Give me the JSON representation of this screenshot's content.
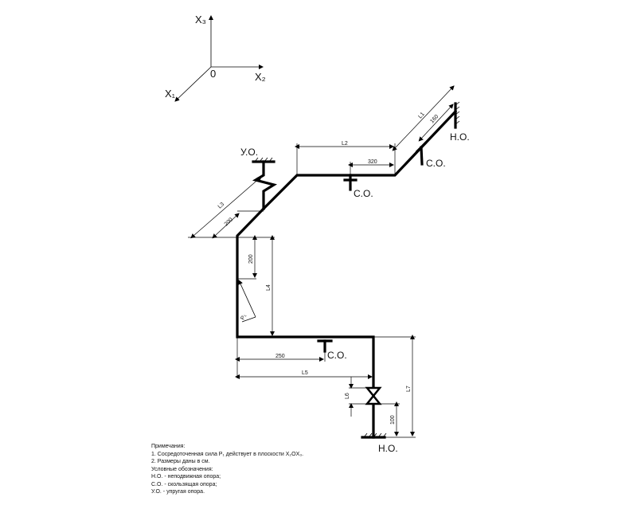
{
  "axes": {
    "x3": "X₃",
    "x2": "X₂",
    "x1": "X₁",
    "origin": "0"
  },
  "supports": {
    "fixed_top_right": "Н.О.",
    "sliding_right": "С.О.",
    "sliding_top": "С.О.",
    "elastic": "У.О.",
    "sliding_bottom": "С.О.",
    "fixed_bottom": "Н.О."
  },
  "dimensions": {
    "L1": "L1",
    "L2": "L2",
    "L3": "L3",
    "L4": "L4",
    "L5": "L5",
    "L6": "L6",
    "L7": "L7",
    "d160": "160",
    "d320": "320",
    "d200_diag": "200",
    "d200_vert": "200",
    "d250": "250",
    "d100": "100",
    "force": "P₁"
  },
  "notes": {
    "title": "Примечания:",
    "line1": "1. Сосредоточенная сила P₁ действует в плоскости X₂OX₃.",
    "line2": " 2. Размеры даны в см.",
    "line3": " Условные обозначения:",
    "line4": "Н.О. - неподвижная опора;",
    "line5": "С.О. - скользящая опора;",
    "line6": " У.О. - упругая опора."
  }
}
